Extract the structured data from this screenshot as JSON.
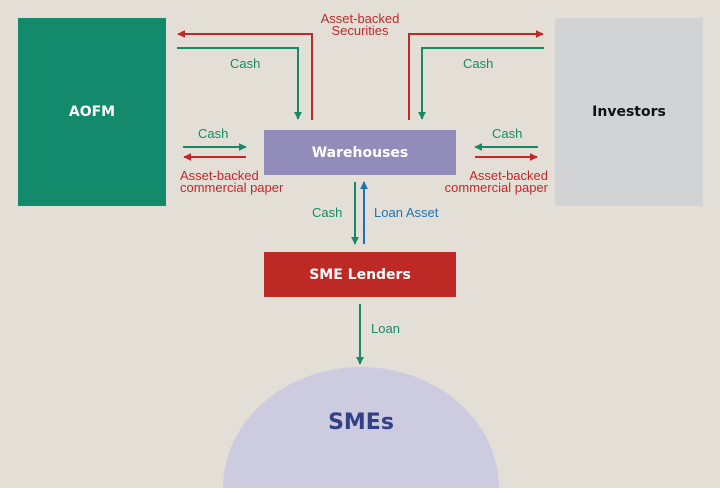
{
  "nodes": {
    "aofm": "AOFM",
    "investors": "Investors",
    "warehouses": "Warehouses",
    "sme_lenders": "SME Lenders",
    "smes": "SMEs"
  },
  "flows": {
    "top_securities": [
      "Asset-backed",
      "Securities"
    ],
    "top_left_cash": "Cash",
    "top_right_cash": "Cash",
    "left_cash": "Cash",
    "left_abcp": [
      "Asset-backed",
      "commercial paper"
    ],
    "right_cash": "Cash",
    "right_abcp": [
      "Asset-backed",
      "commercial paper"
    ],
    "lender_cash": "Cash",
    "loan_asset": "Loan Asset",
    "loan": "Loan"
  },
  "colors": {
    "aofm": "#138a6b",
    "investors": "#d1d3d4",
    "warehouses": "#918cb9",
    "sme_lenders": "#bd2a26",
    "smes": "#cdcbe0",
    "cash_arrow": "#168a66",
    "securities_arrow": "#c0282a",
    "loan_asset_arrow": "#1e73b8",
    "background": "#e3dfd6"
  }
}
